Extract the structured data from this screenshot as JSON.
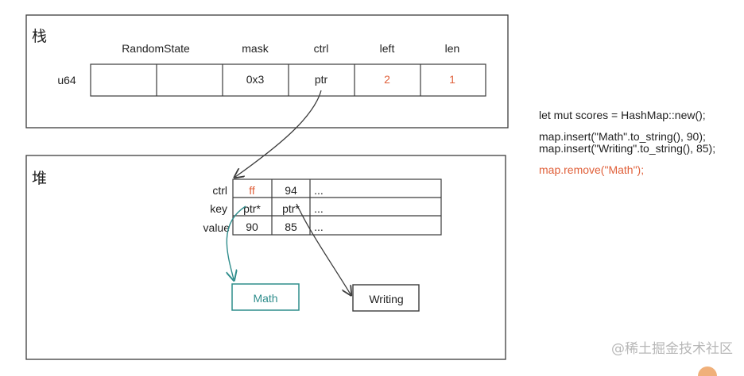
{
  "stack": {
    "title": "栈",
    "row_label": "u64",
    "columns": [
      "RandomState",
      "mask",
      "ctrl",
      "left",
      "len"
    ],
    "cells": [
      "",
      "",
      "0x3",
      "ptr",
      "2",
      "1"
    ]
  },
  "heap": {
    "title": "堆",
    "row_labels": [
      "ctrl",
      "key",
      "value"
    ],
    "ctrl_row": [
      "ff",
      "94",
      "..."
    ],
    "key_row": [
      "ptr*",
      "ptr*",
      "..."
    ],
    "value_row": [
      "90",
      "85",
      "..."
    ],
    "nodes": {
      "math": "Math",
      "writing": "Writing"
    }
  },
  "code": {
    "line1": "let mut scores = HashMap::new();",
    "line2": "map.insert(\"Math\".to_string(), 90);",
    "line3": "map.insert(\"Writing\".to_string(), 85);",
    "line4": "map.remove(\"Math\");"
  },
  "watermark": "@稀土掘金技术社区",
  "colors": {
    "line": "#3b3b3b",
    "highlight": "#e0603a",
    "teal": "#2f8d8c",
    "watermark": "#b7b7b7"
  }
}
